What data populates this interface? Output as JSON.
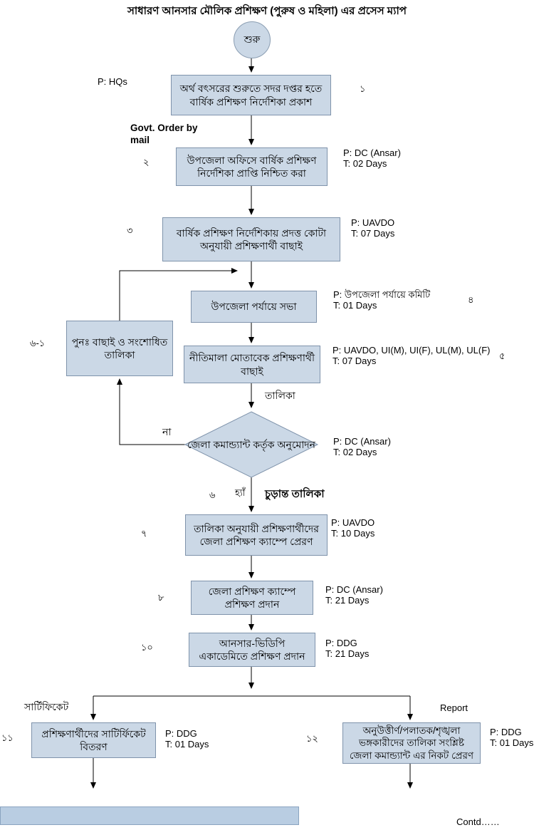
{
  "title": "সাধারণ আনসার মৌলিক প্রশিক্ষণ (পুরুষ ও মহিলা) এর প্রসেস ম্যাপ",
  "start_label": "শুরু",
  "steps": {
    "s1": {
      "num": "১",
      "text": "অর্থ বৎসরের শুরুতে সদর দপ্তর হতে বার্ষিক প্রশিক্ষণ নির্দেশিকা প্রকাশ",
      "p": "P: HQs",
      "t": ""
    },
    "s2": {
      "num": "২",
      "text": "উপজেলা অফিসে বার্ষিক প্রশিক্ষণ নির্দেশিকা প্রাপ্তি নিশ্চিত করা",
      "p": "P: DC (Ansar)",
      "t": "T: 02 Days"
    },
    "s3": {
      "num": "৩",
      "text": "বার্ষিক প্রশিক্ষণ নির্দেশিকায় প্রদত্ত কোটা অনুযায়ী প্রশিক্ষণার্থী বাছাই",
      "p": "P: UAVDO",
      "t": "T: 07 Days"
    },
    "s4": {
      "num": "৪",
      "text": "উপজেলা পর্যায়ে সভা",
      "p": "P: উপজেলা পর্যায়ে কমিটি",
      "t": "T: 01 Days"
    },
    "s5": {
      "num": "৫",
      "text": "নীতিমালা মোতাবেক প্রশিক্ষণার্থী বাছাই",
      "p": "P: UAVDO, UI(M), UI(F), UL(M), UL(F)",
      "t": "T: 07 Days"
    },
    "s6": {
      "num": "৬",
      "text": "জেলা কমান্ড্যান্ট কর্তৃক অনুমোদন",
      "p": "P: DC (Ansar)",
      "t": "T: 02 Days"
    },
    "s6_1": {
      "num": "৬-১",
      "text": "পুনঃ  বাছাই ও সংশোধিত তালিকা"
    },
    "s7": {
      "num": "৭",
      "text": "তালিকা অনুযায়ী প্রশিক্ষণার্থীদের জেলা প্রশিক্ষণ ক্যাম্পে প্রেরণ",
      "p": "P: UAVDO",
      "t": "T: 10 Days"
    },
    "s8": {
      "num": "৮",
      "text": "জেলা প্রশিক্ষণ ক্যাম্পে প্রশিক্ষণ প্রদান",
      "p": "P: DC (Ansar)",
      "t": "T: 21 Days"
    },
    "s10": {
      "num": "১০",
      "text": "আনসার-ভিডিপি একাডেমিতে প্রশিক্ষণ প্রদান",
      "p": "P: DDG",
      "t": "T: 21 Days"
    },
    "s11": {
      "num": "১১",
      "text": "প্রশিক্ষণার্থীদের  সাটির্ফিকেট বিতরণ",
      "p": "P: DDG",
      "t": "T: 01 Days"
    },
    "s12": {
      "num": "১২",
      "text": "অনুউত্তীর্ণ/পলাতক/শৃঙ্খলা ভঙ্গকারীদের তালিকা সংশ্লিষ্ট  জেলা কমান্ড্যান্ট এর নিকট প্রেরণ",
      "p": "P: DDG",
      "t": "T: 01 Days"
    }
  },
  "edge_labels": {
    "govt_order": "Govt. Order by mail",
    "talika": "তালিকা",
    "na": "না",
    "hya": "হ্যাঁ",
    "final_list": "চুড়ান্ত তালিকা",
    "certificate": "সার্টিফিকেট",
    "report": "Report",
    "contd": "Contd……"
  },
  "colors": {
    "node_fill": "#cbd8e6",
    "node_border": "#7f93ab",
    "connector": "#000000",
    "bottom_bar": "#b9cde2"
  }
}
